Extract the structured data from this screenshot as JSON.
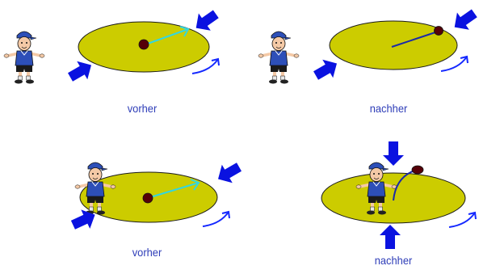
{
  "panels": [
    {
      "caption": "vorher"
    },
    {
      "caption": "nachher"
    },
    {
      "caption": "vorher"
    },
    {
      "caption": "nachher"
    }
  ],
  "colors": {
    "disk_fill": "#cccc00",
    "disk_stroke": "#1a1a1a",
    "force_arrow": "#0a12e0",
    "rotation_arrow": "#1428ff",
    "ball": "#550008",
    "velocity_arrow_before": "#33d6e0",
    "trajectory_after": "#1a2aa8",
    "caption_text": "#2e3db8",
    "person_shirt": "#2d4fb8",
    "person_shorts": "#1a1a1a",
    "person_socks": "#e8e8e8",
    "person_skin": "#f4c9a6"
  },
  "icons": [
    "person-figure",
    "force-arrow",
    "rotation-arrow",
    "ball",
    "velocity-arrow"
  ]
}
